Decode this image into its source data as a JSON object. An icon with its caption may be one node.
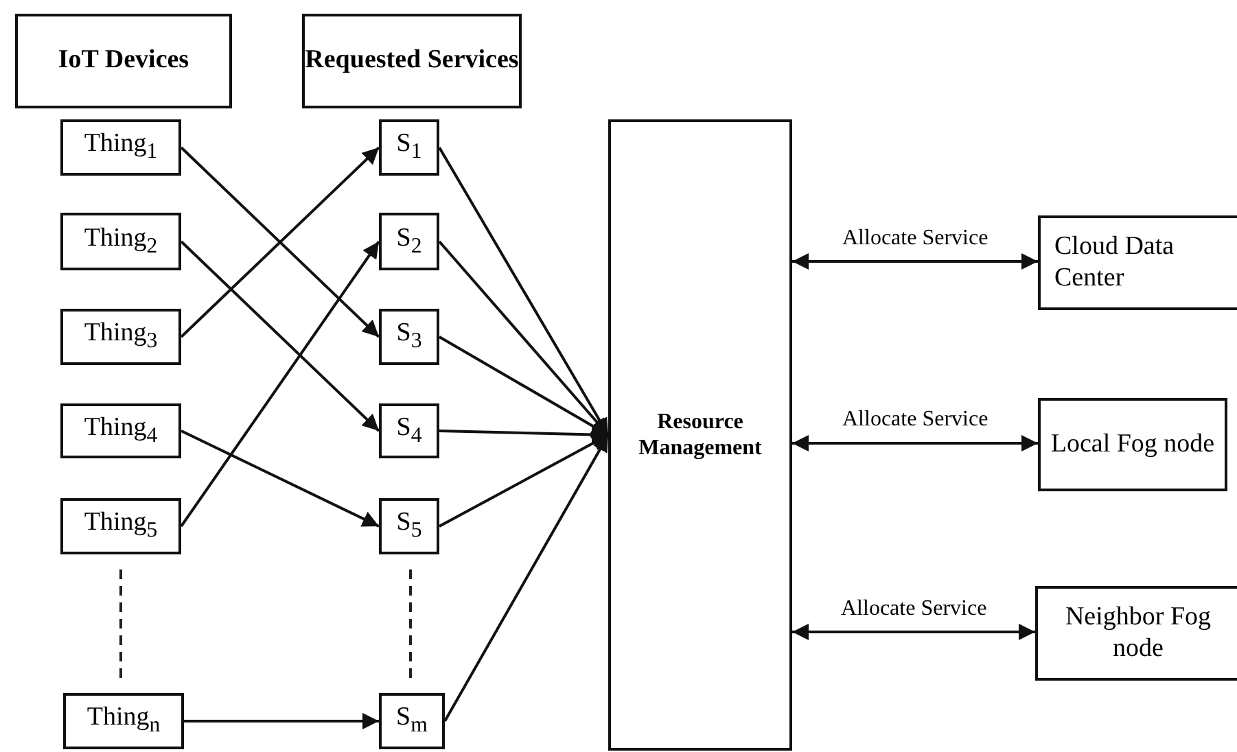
{
  "diagram": {
    "nodes": [
      {
        "text": [
          "IoT Devices"
        ]
      },
      {
        "text": [
          "Requested Services"
        ]
      },
      {
        "text": [
          "Thing$_{1}$"
        ]
      },
      {
        "text": [
          "Thing$_{2}$"
        ]
      },
      {
        "text": [
          "Thing$_{3}$"
        ]
      },
      {
        "text": [
          "Thing$_{4}$"
        ]
      },
      {
        "text": [
          "Thing$_{5}$"
        ]
      },
      {
        "text": [
          "Thing$_{n}$"
        ]
      },
      {
        "text": [
          "S$_{1}$"
        ]
      },
      {
        "text": [
          "S$_{2}$"
        ]
      },
      {
        "text": [
          "S$_{3}$"
        ]
      },
      {
        "text": [
          "S$_{4}$"
        ]
      },
      {
        "text": [
          "S$_{5}$"
        ]
      },
      {
        "text": [
          "S$_{m}$"
        ]
      },
      {
        "text": [
          "Resource Management"
        ]
      },
      {
        "text": [
          "Cloud Data Center"
        ]
      },
      {
        "text": [
          "Local Fog node"
        ]
      },
      {
        "text": [
          "Neighbor Fog node"
        ]
      }
    ],
    "edges": [
      {
        "from": 2,
        "to": 10,
        "arrow": "to"
      },
      {
        "from": 3,
        "to": 11,
        "arrow": "to"
      },
      {
        "from": 4,
        "to": 8,
        "arrow": "to"
      },
      {
        "from": 5,
        "to": 12,
        "arrow": "to"
      },
      {
        "from": 6,
        "to": 9,
        "arrow": "to"
      },
      {
        "from": 7,
        "to": 13,
        "arrow": "to"
      },
      {
        "from": 8,
        "to": 14,
        "arrow": "to"
      },
      {
        "from": 9,
        "to": 14,
        "arrow": "to"
      },
      {
        "from": 10,
        "to": 14,
        "arrow": "to"
      },
      {
        "from": 11,
        "to": 14,
        "arrow": "to"
      },
      {
        "from": 12,
        "to": 14,
        "arrow": "to"
      },
      {
        "from": 13,
        "to": 14,
        "arrow": "to"
      },
      {
        "from": 14,
        "to": 15,
        "label": "Allocate Service",
        "arrow": "both"
      },
      {
        "from": 14,
        "to": 16,
        "label": "Allocate Service",
        "arrow": "both"
      },
      {
        "from": 14,
        "to": 17,
        "label": "Allocate Service",
        "arrow": "both"
      }
    ]
  }
}
